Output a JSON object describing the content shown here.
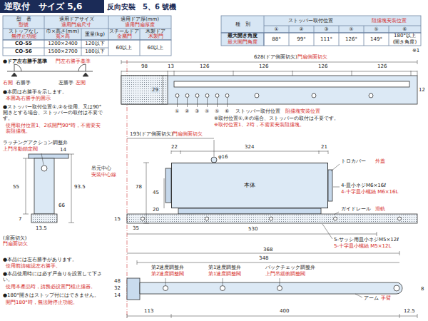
{
  "diagram": {
    "title": "逆取付　サイズ 5,6",
    "nodes": [
      {
        "text": [
          "本体"
        ]
      }
    ],
    "labels": [
      "反向安裝　5、6 號機",
      "型　番",
      "型號",
      "適用ドアサイズ",
      "適用門扇尺寸",
      "適用ドア厚(mm)",
      "適用門扇厚度",
      "ストップなし",
      "無停止功能",
      "巾×高さ(mm)",
      "寬×高",
      "重量(kg)",
      "スチールドア",
      "金屬門",
      "木製ドア",
      "木製門",
      "CO-55",
      "1200×2400",
      "120以下",
      "60以上",
      "60以上",
      "CO-56",
      "1500×2700",
      "180以下",
      "種　別",
      "ストッパー取付位置",
      "阻擋塊安裝位置",
      "①",
      "②",
      "③",
      "④",
      "⑤",
      "⑥",
      "最大開き角度",
      "最大開門角度",
      "88°",
      "99°",
      "111°",
      "126°",
      "149°",
      "180°以上",
      "(開き角度)",
      "※1",
      "●ドア左右勝手基準",
      "門左右勝手基準",
      "右開",
      "右勝手",
      "左勝手",
      "左開",
      "●本図は右勝手を示します。",
      "本圖為右勝手的圖示",
      "●ストッパー取付位置①,②を使用、又は90°開きとする場合、ストッパーの取付は不要です。",
      "使用取付位置1、2或開門90°時，不需要安裝阻擋塊。",
      "ラッチングアクション調整弁",
      "上門吊動鎖定閥",
      "93.5",
      "14",
      "55",
      "66",
      "13.5",
      "7",
      "(扉面切欠)",
      "門扇面切欠",
      "吊元中心",
      "安裝中心線",
      "●本品には左右勝手があります。",
      "使用前請確認左右勝手。",
      "●本品使用時には必ず戸当りを設置して下さい。",
      "使用本產品時，請務必設置門檔止擋器。",
      "●180°開きはストップ付にはできません。",
      "開門180°時，無法附停止功能。",
      "628(ドア側面切欠)",
      "門扇側面切欠",
      "98",
      "13",
      "126",
      "126",
      "126",
      "126",
      "29",
      "①",
      "②",
      "③",
      "④",
      "⑤",
      "⑥",
      "ストッパー取付位置",
      "阻擋塊安裝位置",
      "※取付位置①,②の場合、ストッパーの取付は不要です。",
      "※取付位置1、2時，不需要安裝阻擋塊。",
      "12",
      "193(ドア側面切欠)",
      "門扇側面切欠",
      "22",
      "324",
      "21",
      "φ16",
      "トロカバー",
      "外蓋",
      "4-皿小ネジM6×16ℓ",
      "4-十字皿小螺絲 M6×16L",
      "ガイドレール",
      "滑軌",
      "530",
      "5-サッシ用皿小ネジM5×12ℓ",
      "5-十字皿小螺絲 M5×12L",
      "78",
      "45",
      "15",
      "20",
      "35",
      "368",
      "348",
      "第2速度調整弁",
      "第2速度調整閥",
      "第1速度調整弁",
      "第1速度調整閥",
      "バックチェック調整弁",
      "上門吊緩衝調整閥",
      "48",
      "32",
      "14",
      "113",
      "400",
      "12.5",
      "アーム",
      "手臂",
      "8"
    ]
  }
}
